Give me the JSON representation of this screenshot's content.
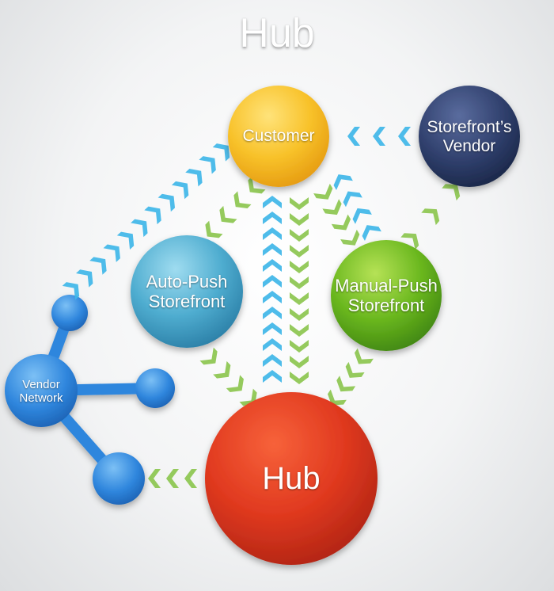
{
  "title": "Hub",
  "nodes": {
    "customer": {
      "label": "Customer",
      "color": "#f5b21d"
    },
    "storefront_vendor": {
      "label": "Storefront’s\nVendor",
      "color": "#2c3b66"
    },
    "auto_push": {
      "label": "Auto-Push\nStorefront",
      "color": "#3f9ec0"
    },
    "manual_push": {
      "label": "Manual-Push\nStorefront",
      "color": "#5aa318"
    },
    "hub": {
      "label": "Hub",
      "color": "#e0391f"
    },
    "vendor_network": {
      "label": "Vendor\nNetwork",
      "color": "#2f86dd"
    }
  },
  "colors": {
    "arrow_blue": "#3fb6e8",
    "arrow_green": "#8cc64f"
  }
}
